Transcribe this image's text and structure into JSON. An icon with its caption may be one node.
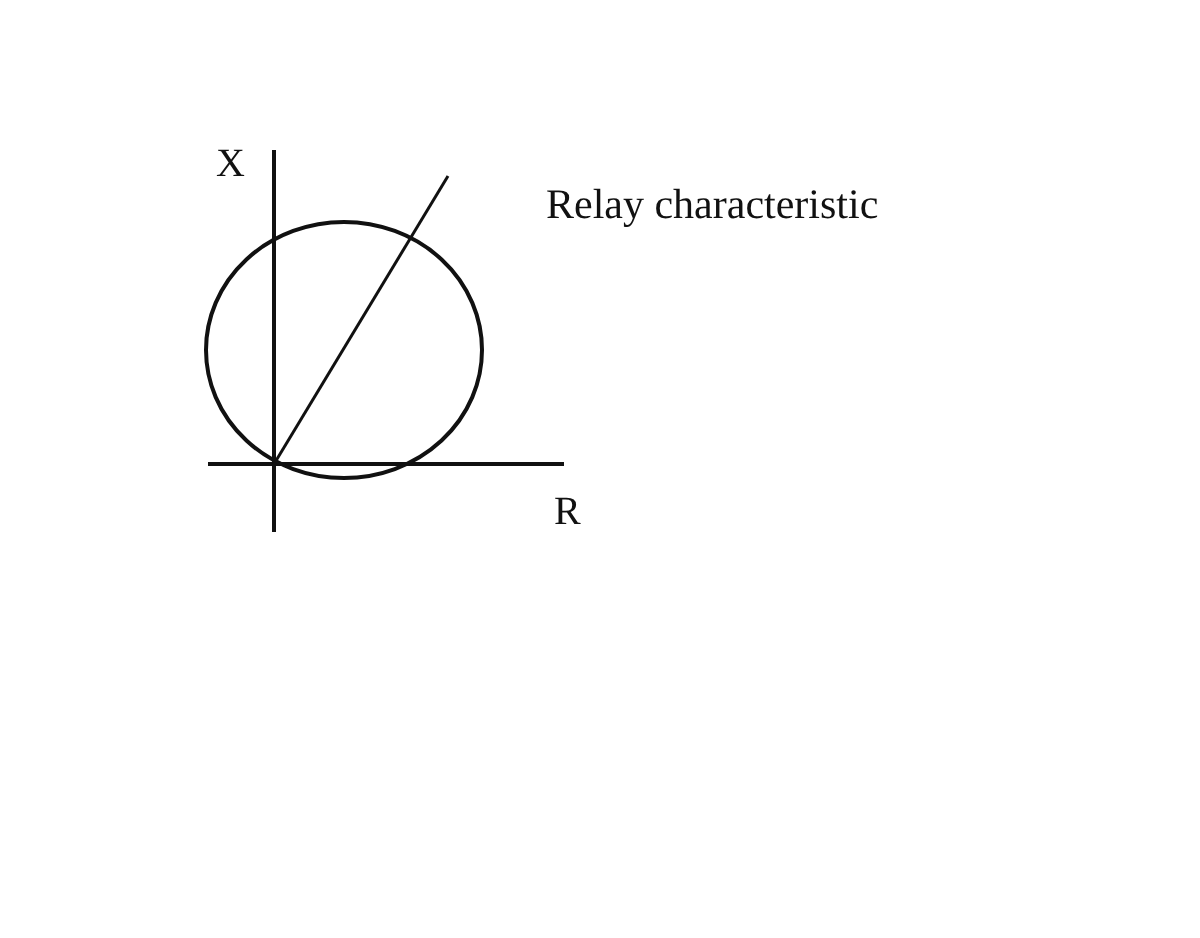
{
  "diagram": {
    "labels": [
      "X",
      "R",
      "Relay characteristic"
    ]
  }
}
